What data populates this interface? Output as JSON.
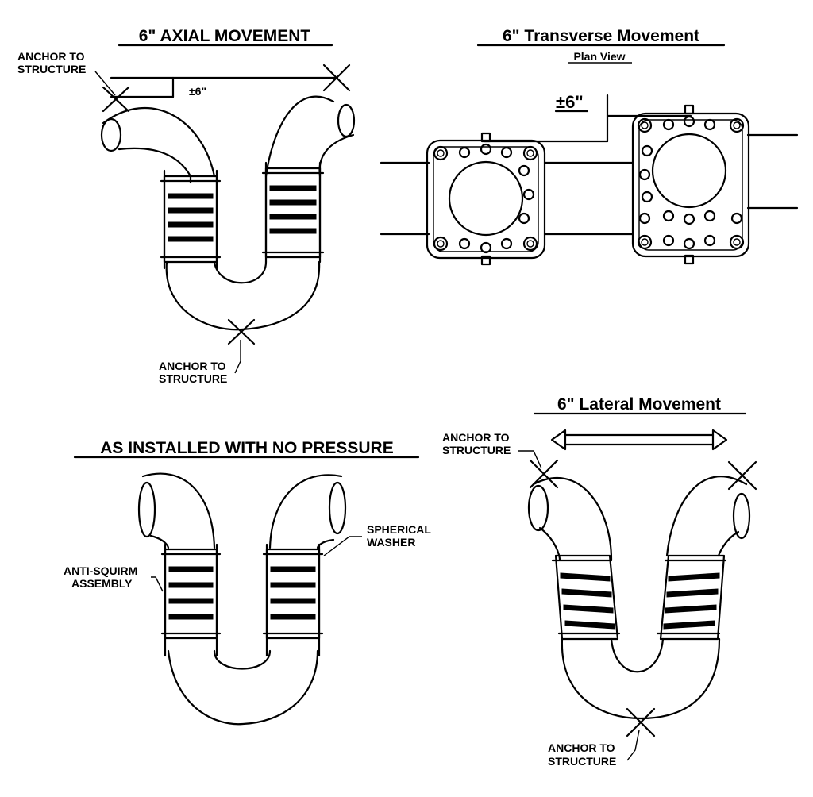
{
  "panels": {
    "axial": {
      "title": "6\"  AXIAL  MOVEMENT",
      "anchor_top_line1": "ANCHOR TO",
      "anchor_top_line2": "STRUCTURE",
      "dimension": "±6\"",
      "anchor_bottom_line1": "ANCHOR TO",
      "anchor_bottom_line2": "STRUCTURE"
    },
    "transverse": {
      "title": "6\"  Transverse  Movement",
      "subtitle": "Plan View",
      "dimension": "±6\""
    },
    "installed": {
      "title": "AS  INSTALLED  WITH  NO  PRESSURE",
      "washer_line1": "SPHERICAL",
      "washer_line2": "WASHER",
      "squirm_line1": "ANTI-SQUIRM",
      "squirm_line2": "ASSEMBLY"
    },
    "lateral": {
      "title": "6\"  Lateral  Movement",
      "anchor_top_line1": "ANCHOR TO",
      "anchor_top_line2": "STRUCTURE",
      "anchor_bottom_line1": "ANCHOR TO",
      "anchor_bottom_line2": "STRUCTURE"
    }
  },
  "colors": {
    "ink": "#000000",
    "paper": "#ffffff"
  }
}
